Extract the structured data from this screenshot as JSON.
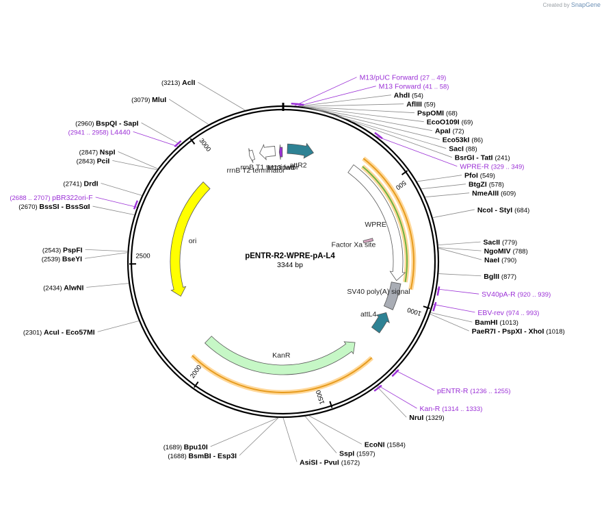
{
  "brand": {
    "created_by": "Created by",
    "name": "SnapGene"
  },
  "plasmid": {
    "name": "pENTR-R2-WPRE-pA-L4",
    "length_label": "3344 bp",
    "length": 3344
  },
  "ticks": [
    {
      "bp": 500,
      "label": "500"
    },
    {
      "bp": 1000,
      "label": "1000"
    },
    {
      "bp": 1500,
      "label": "1500"
    },
    {
      "bp": 2000,
      "label": "2000"
    },
    {
      "bp": 2500,
      "label": "2500"
    },
    {
      "bp": 3000,
      "label": "3000"
    }
  ],
  "features": [
    {
      "name": "attR2",
      "start": 20,
      "end": 145,
      "dir": 1,
      "color": "#2e8294"
    },
    {
      "name": "WPRE",
      "start": 335,
      "end": 924,
      "dir": 1,
      "color": "#ffffff"
    },
    {
      "name": "SV40 poly(A) signal",
      "start": 935,
      "end": 1056,
      "dir": 0,
      "color": "#a9adb5"
    },
    {
      "name": "attL4",
      "start": 1080,
      "end": 1175,
      "dir": -1,
      "color": "#2e8294"
    },
    {
      "name": "KanR",
      "start": 1285,
      "end": 2080,
      "dir": -1,
      "color": "#c6f7c6"
    },
    {
      "name": "ori",
      "start": 2335,
      "end": 2925,
      "dir": -1,
      "color": "#ffff00"
    },
    {
      "name": "rrnB T1 terminator",
      "start": 3230,
      "end": 3305,
      "dir": -1,
      "color": "#ffffff"
    },
    {
      "name": "M13 fwd",
      "start": 3325,
      "end": 3340,
      "dir": -1,
      "color": "#9b30d6"
    },
    {
      "name": "rrnB T2 terminator",
      "start": 3180,
      "end": 3200,
      "dir": -1,
      "color": "#ffffff"
    },
    {
      "name": "Factor Xa site",
      "start": 700,
      "end": 715,
      "dir": 0,
      "color": "#d8a6c1"
    }
  ],
  "orfs": [
    {
      "start": 370,
      "end": 924,
      "color": "#6cb33f"
    },
    {
      "start": 352,
      "end": 950,
      "color": "#e69b1d"
    },
    {
      "start": 1275,
      "end": 2082,
      "color": "#e69b1d"
    }
  ],
  "enzymes": [
    {
      "name": "AhdI",
      "pos": "(54)",
      "bp": 54
    },
    {
      "name": "AflIII",
      "pos": "(59)",
      "bp": 59
    },
    {
      "name": "PspOMI",
      "pos": "(68)",
      "bp": 68
    },
    {
      "name": "EcoO109I",
      "pos": "(69)",
      "bp": 69
    },
    {
      "name": "ApaI",
      "pos": "(72)",
      "bp": 72
    },
    {
      "name": "Eco53kI",
      "pos": "(86)",
      "bp": 86
    },
    {
      "name": "SacI",
      "pos": "(88)",
      "bp": 88
    },
    {
      "name": "BsrGI - TatI",
      "pos": "(241)",
      "bp": 241
    },
    {
      "name": "PfoI",
      "pos": "(549)",
      "bp": 549
    },
    {
      "name": "BtgZI",
      "pos": "(578)",
      "bp": 578
    },
    {
      "name": "NmeAIII",
      "pos": "(609)",
      "bp": 609
    },
    {
      "name": "NcoI - StyI",
      "pos": "(684)",
      "bp": 684
    },
    {
      "name": "SacII",
      "pos": "(779)",
      "bp": 779
    },
    {
      "name": "NgoMIV",
      "pos": "(788)",
      "bp": 788
    },
    {
      "name": "NaeI",
      "pos": "(790)",
      "bp": 790
    },
    {
      "name": "BglII",
      "pos": "(877)",
      "bp": 877
    },
    {
      "name": "BamHI",
      "pos": "(1013)",
      "bp": 1013
    },
    {
      "name": "PaeR7I - PspXI - XhoI",
      "pos": "(1018)",
      "bp": 1018
    },
    {
      "name": "NruI",
      "pos": "(1329)",
      "bp": 1329
    },
    {
      "name": "EcoNI",
      "pos": "(1584)",
      "bp": 1584
    },
    {
      "name": "SspI",
      "pos": "(1597)",
      "bp": 1597
    },
    {
      "name": "AsiSI - PvuI",
      "pos": "(1672)",
      "bp": 1672
    },
    {
      "name": "BsmBI - Esp3I",
      "pos": "(1688)",
      "bp": 1688
    },
    {
      "name": "Bpu10I",
      "pos": "(1689)",
      "bp": 1689
    },
    {
      "name": "AcuI - Eco57MI",
      "pos": "(2301)",
      "bp": 2301
    },
    {
      "name": "AlwNI",
      "pos": "(2434)",
      "bp": 2434
    },
    {
      "name": "BseYI",
      "pos": "(2539)",
      "bp": 2539
    },
    {
      "name": "PspFI",
      "pos": "(2543)",
      "bp": 2543
    },
    {
      "name": "BssSI - BssSαI",
      "pos": "(2670)",
      "bp": 2670
    },
    {
      "name": "DrdI",
      "pos": "(2741)",
      "bp": 2741
    },
    {
      "name": "PciI",
      "pos": "(2843)",
      "bp": 2843
    },
    {
      "name": "NspI",
      "pos": "(2847)",
      "bp": 2847
    },
    {
      "name": "BspQI - SapI",
      "pos": "(2960)",
      "bp": 2960
    },
    {
      "name": "MluI",
      "pos": "(3079)",
      "bp": 3079
    },
    {
      "name": "AclI",
      "pos": "(3213)",
      "bp": 3213
    }
  ],
  "primers": [
    {
      "name": "M13/pUC Forward",
      "pos": "(27 .. 49)",
      "start": 27,
      "end": 49
    },
    {
      "name": "M13 Forward",
      "pos": "(41 .. 58)",
      "start": 41,
      "end": 58
    },
    {
      "name": "WPRE-R",
      "pos": "(329 .. 349)",
      "start": 329,
      "end": 349
    },
    {
      "name": "SV40pA-R",
      "pos": "(920 .. 939)",
      "start": 920,
      "end": 939
    },
    {
      "name": "EBV-rev",
      "pos": "(974 .. 993)",
      "start": 974,
      "end": 993
    },
    {
      "name": "pENTR-R",
      "pos": "(1236 .. 1255)",
      "start": 1236,
      "end": 1255
    },
    {
      "name": "Kan-R",
      "pos": "(1314 .. 1333)",
      "start": 1314,
      "end": 1333
    },
    {
      "name": "pBR322ori-F",
      "pos": "(2688 .. 2707)",
      "start": 2688,
      "end": 2707
    },
    {
      "name": "L4440",
      "pos": "(2941 .. 2958)",
      "start": 2941,
      "end": 2958
    }
  ]
}
